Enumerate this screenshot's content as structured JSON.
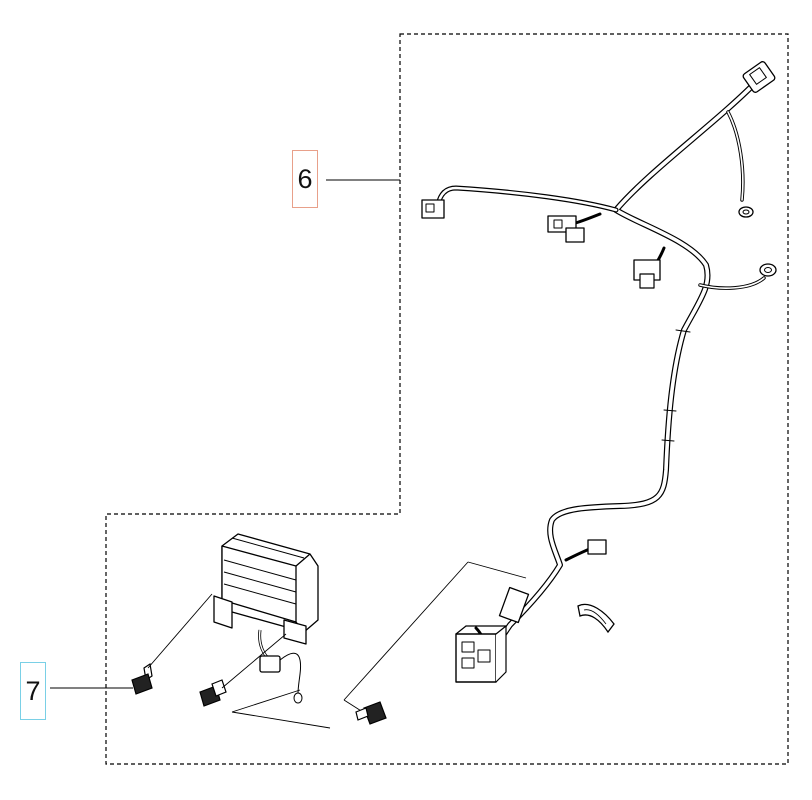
{
  "diagram": {
    "callouts": [
      {
        "id": "callout-6",
        "label": "6",
        "part": "wiring-harness",
        "color": "#e8a08a"
      },
      {
        "id": "callout-7",
        "label": "7",
        "part": "voltage-regulator-assembly",
        "color": "#7ad0e6"
      }
    ]
  },
  "colors": {
    "line": "#000000",
    "background": "#ffffff"
  }
}
